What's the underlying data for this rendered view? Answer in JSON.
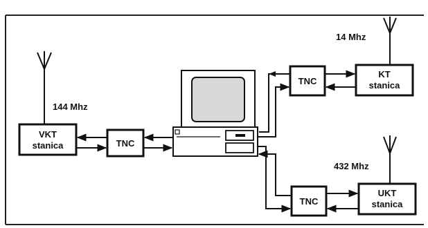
{
  "antennas": {
    "kt_freq": "14 Mhz",
    "vkt_freq": "144 Mhz",
    "ukt_freq": "432 Mhz"
  },
  "stations": {
    "kt": {
      "line1": "KT",
      "line2": "stanica"
    },
    "vkt": {
      "line1": "VKT",
      "line2": "stanica"
    },
    "ukt": {
      "line1": "UKT",
      "line2": "stanica"
    }
  },
  "tnc": {
    "left": "TNC",
    "top_right": "TNC",
    "bottom_right": "TNC"
  }
}
